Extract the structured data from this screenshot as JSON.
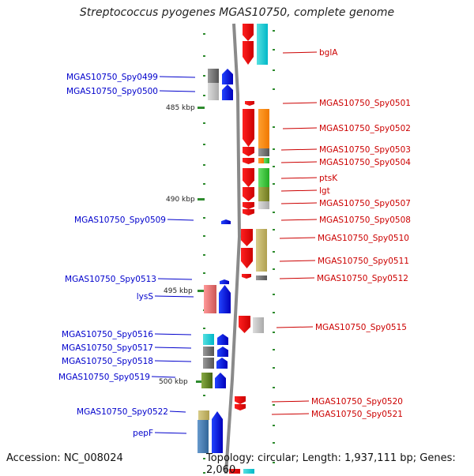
{
  "title": "Streptococcus pyogenes MGAS10750, complete genome",
  "footer": {
    "accession": "Accession: NC_008024",
    "topology": "Topology: circular; Length: 1,937,111 bp; Genes: 2,060"
  },
  "colors": {
    "axis": "#8a8a8a",
    "left_label": "#0000cc",
    "right_label": "#cc0000",
    "tick": "#2e8b2e",
    "kbp_label": "#222222"
  },
  "kbp_marks": [
    "485 kbp",
    "490 kbp",
    "495 kbp",
    "500 kbp"
  ],
  "left_genes": [
    "MGAS10750_Spy0499",
    "MGAS10750_Spy0500",
    "MGAS10750_Spy0509",
    "MGAS10750_Spy0513",
    "lysS",
    "MGAS10750_Spy0516",
    "MGAS10750_Spy0517",
    "MGAS10750_Spy0518",
    "MGAS10750_Spy0519",
    "MGAS10750_Spy0522",
    "pepF"
  ],
  "right_genes": [
    "bglA",
    "MGAS10750_Spy0501",
    "MGAS10750_Spy0502",
    "MGAS10750_Spy0503",
    "MGAS10750_Spy0504",
    "ptsK",
    "lgt",
    "MGAS10750_Spy0507",
    "MGAS10750_Spy0508",
    "MGAS10750_Spy0510",
    "MGAS10750_Spy0511",
    "MGAS10750_Spy0512",
    "MGAS10750_Spy0515",
    "MGAS10750_Spy0520",
    "MGAS10750_Spy0521"
  ]
}
